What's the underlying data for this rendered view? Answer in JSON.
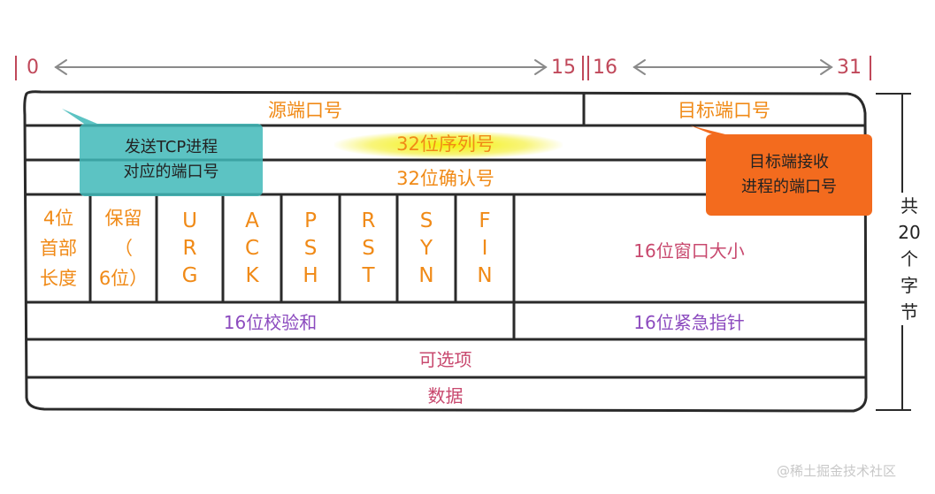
{
  "bit_ruler": {
    "b0": "0",
    "b15": "15",
    "b16": "16",
    "b31": "31"
  },
  "header": {
    "src_port": "源端口号",
    "dst_port": "目标端口号",
    "seq": "32位序列号",
    "ack": "32位确认号",
    "hdr_len": [
      "4位",
      "首部",
      "长度"
    ],
    "reserved": [
      "保留",
      "（",
      "6位）"
    ],
    "flags": [
      {
        "name": "URG",
        "letters": [
          "U",
          "R",
          "G"
        ]
      },
      {
        "name": "ACK",
        "letters": [
          "A",
          "C",
          "K"
        ]
      },
      {
        "name": "PSH",
        "letters": [
          "P",
          "S",
          "H"
        ]
      },
      {
        "name": "RST",
        "letters": [
          "R",
          "S",
          "T"
        ]
      },
      {
        "name": "SYN",
        "letters": [
          "S",
          "Y",
          "N"
        ]
      },
      {
        "name": "FIN",
        "letters": [
          "F",
          "I",
          "N"
        ]
      }
    ],
    "window": "16位窗口大小",
    "checksum": "16位校验和",
    "urgent": "16位紧急指针",
    "options": "可选项",
    "data": "数据"
  },
  "notes": {
    "sender": [
      "发送TCP进程",
      "对应的端口号"
    ],
    "receiver": [
      "目标端接收",
      "进程的端口号"
    ]
  },
  "side_label": [
    "共",
    "20",
    "个",
    "字",
    "节"
  ],
  "watermark": "@稀土掘金技术社区",
  "colors": {
    "orange": "#f08a17",
    "pink": "#c8486e",
    "purple": "#8c4bbf",
    "teal": "#3fb8b8",
    "note_orange": "#f36b1e",
    "highlight": "#f4f00a"
  }
}
